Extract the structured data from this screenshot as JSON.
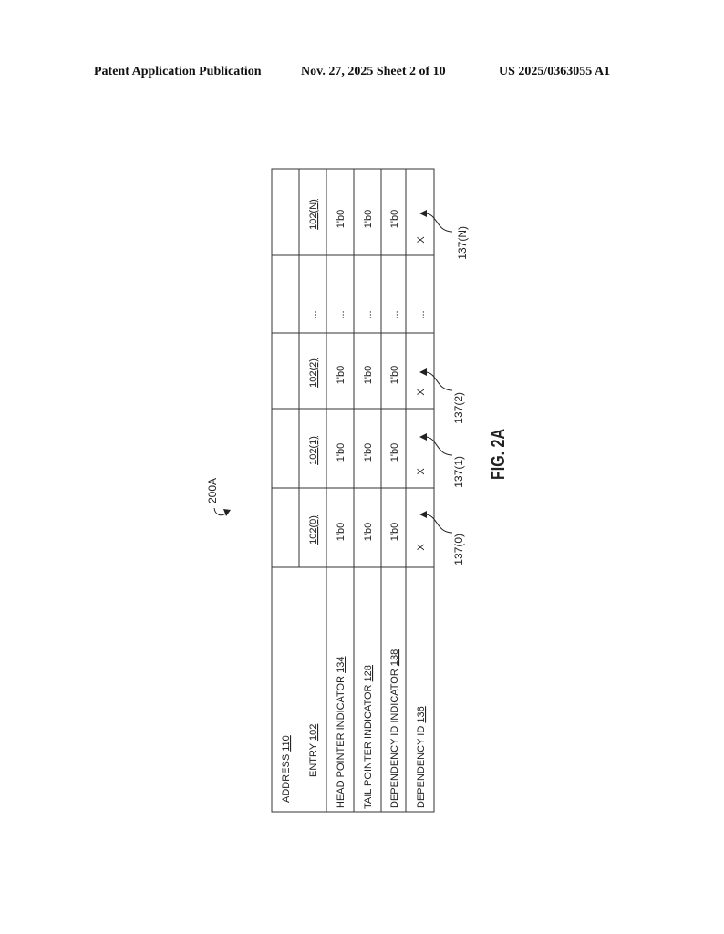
{
  "header": {
    "publication": "Patent Application Publication",
    "date_sheet": "Nov. 27, 2025  Sheet 2 of 10",
    "number": "US 2025/0363055 A1"
  },
  "figure": {
    "ref_label": "200A",
    "caption": "FIG. 2A"
  },
  "table": {
    "row_labels": [
      {
        "text": "ADDRESS ",
        "ref": "110"
      },
      {
        "text": "ENTRY ",
        "ref": "102"
      },
      {
        "text": "HEAD POINTER INDICATOR ",
        "ref": "134"
      },
      {
        "text": "TAIL POINTER INDICATOR ",
        "ref": "128"
      },
      {
        "text": "DEPENDENCY ID INDICATOR ",
        "ref": "138"
      },
      {
        "text": "DEPENDENCY ID ",
        "ref": "136"
      }
    ],
    "entries": [
      "102(0)",
      "102(1)",
      "102(2)",
      "...",
      "102(N)"
    ],
    "head_pointer": [
      "1'b0",
      "1'b0",
      "1'b0",
      "...",
      "1'b0"
    ],
    "tail_pointer": [
      "1'b0",
      "1'b0",
      "1'b0",
      "...",
      "1'b0"
    ],
    "dependency_id_indicator": [
      "1'b0",
      "1'b0",
      "1'b0",
      "...",
      "1'b0"
    ],
    "dependency_id": [
      "X",
      "X",
      "X",
      "...",
      "X"
    ]
  },
  "callouts": [
    "137(0)",
    "137(1)",
    "137(2)",
    "137(N)"
  ]
}
